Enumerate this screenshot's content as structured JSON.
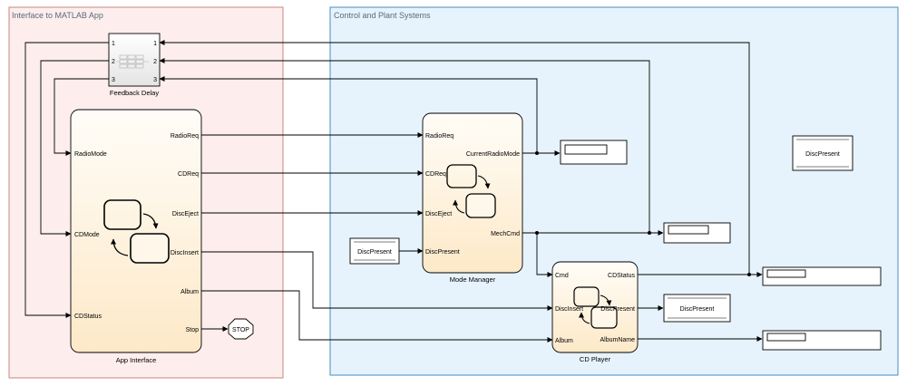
{
  "areas": {
    "matlab": {
      "title": "Interface to MATLAB App"
    },
    "plant": {
      "title": "Control and Plant Systems"
    }
  },
  "blocks": {
    "feedback_delay": {
      "name": "Feedback Delay",
      "in_ports": [
        "1",
        "2",
        "3"
      ],
      "out_ports": [
        "1",
        "2",
        "3"
      ]
    },
    "app_interface": {
      "name": "App Interface",
      "inputs": [
        "RadioMode",
        "CDMode",
        "CDStatus"
      ],
      "outputs": [
        "RadioReq",
        "CDReq",
        "DiscEject",
        "DiscInsert",
        "Album",
        "Stop"
      ]
    },
    "mode_manager": {
      "name": "Mode Manager",
      "inputs": [
        "RadioReq",
        "CDReq",
        "DiscEject",
        "DiscPresent"
      ],
      "outputs": [
        "CurrentRadioMode",
        "MechCmd"
      ]
    },
    "cd_player": {
      "name": "CD Player",
      "inputs": [
        "Cmd",
        "DiscInsert",
        "Album"
      ],
      "outputs": [
        "CDStatus",
        "DiscPresent",
        "AlbumName"
      ]
    },
    "stop": {
      "label": "STOP"
    },
    "disc_present_const": {
      "label": "DiscPresent"
    },
    "disc_present_store": {
      "label": "DiscPresent"
    },
    "disc_present_goto": {
      "label": "DiscPresent"
    }
  },
  "colors": {
    "matlab_fill": "#fdeeed",
    "matlab_stroke": "#c8877d",
    "plant_fill": "#e6f3fd",
    "plant_stroke": "#4a8dbf",
    "area_title": "#5a6a7a",
    "chart_fill_top": "#fffdf8",
    "chart_fill_bottom": "#fde9c8",
    "line": "#000000"
  }
}
